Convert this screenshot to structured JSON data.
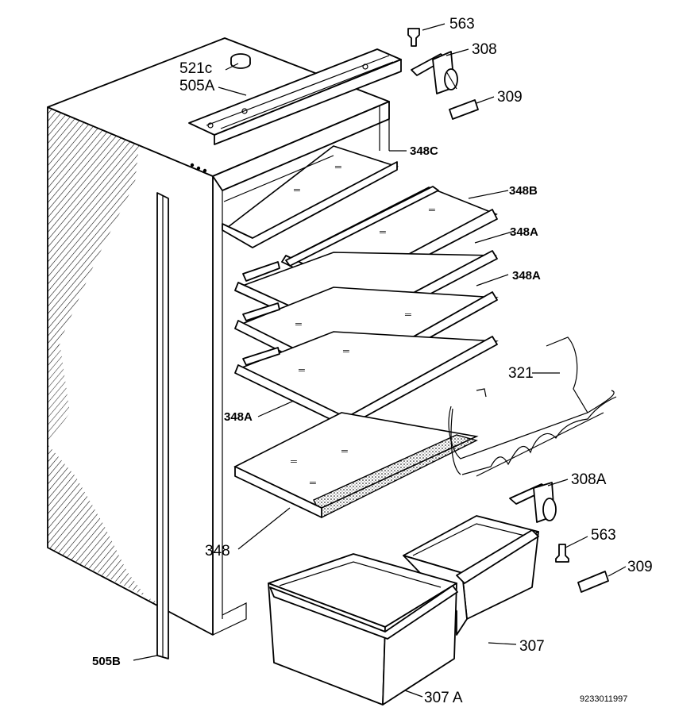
{
  "labels": {
    "p563_top": "563",
    "p308": "308",
    "p309_top": "309",
    "p521c": "521c",
    "p505a": "505A",
    "p348c": "348C",
    "p348b": "348B",
    "p348a_1": "348A",
    "p348a_2": "348A",
    "p348a_3": "348A",
    "p321": "321",
    "p348": "348",
    "p308a": "308A",
    "p563_mid": "563",
    "p309_mid": "309",
    "p307": "307",
    "p307a": "307 A",
    "p505b": "505B"
  },
  "drawing_code": "9233011997"
}
